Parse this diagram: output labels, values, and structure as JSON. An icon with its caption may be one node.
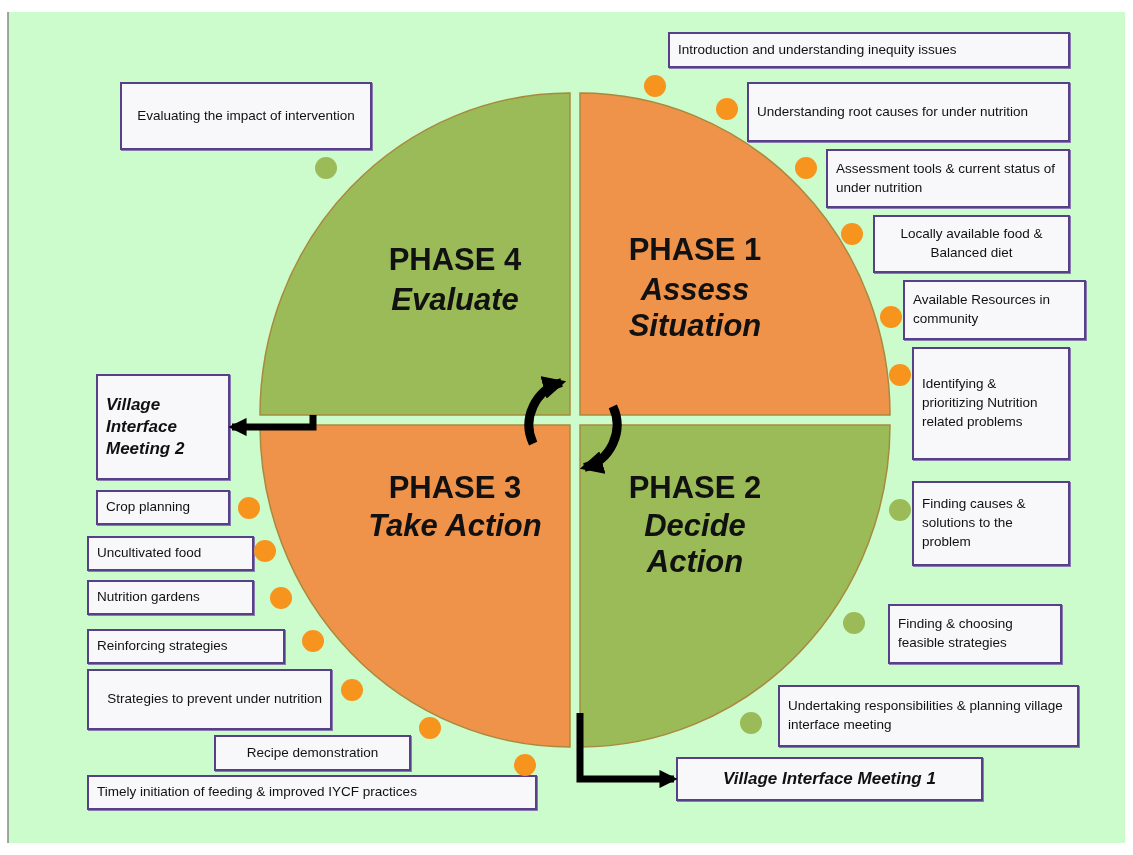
{
  "diagram": {
    "nodes": [
      {
        "text": [
          "PHASE 1",
          "Assess Situation"
        ]
      },
      {
        "text": [
          "PHASE 2",
          "Decide Action"
        ]
      },
      {
        "text": [
          "PHASE 3",
          "Take Action"
        ]
      },
      {
        "text": [
          "PHASE 4",
          "Evaluate"
        ]
      },
      {
        "text": [
          "Introduction and understanding inequity issues"
        ]
      },
      {
        "text": [
          "Evaluating the impact of intervention"
        ]
      },
      {
        "text": [
          "Understanding root causes for under nutrition"
        ]
      },
      {
        "text": [
          "Assessment tools & current status of under nutrition"
        ]
      },
      {
        "text": [
          "Locally available food & Balanced diet"
        ]
      },
      {
        "text": [
          "Available Resources in community"
        ]
      },
      {
        "text": [
          "Identifying & prioritizing Nutrition related problems"
        ]
      },
      {
        "text": [
          "Village Interface Meeting 2"
        ]
      },
      {
        "text": [
          "Crop planning"
        ]
      },
      {
        "text": [
          "Finding causes & solutions to the problem"
        ]
      },
      {
        "text": [
          "Uncultivated food"
        ]
      },
      {
        "text": [
          "Nutrition gardens"
        ]
      },
      {
        "text": [
          "Reinforcing strategies"
        ]
      },
      {
        "text": [
          "Finding & choosing feasible strategies"
        ]
      },
      {
        "text": [
          "Strategies to prevent under nutrition"
        ]
      },
      {
        "text": [
          "Undertaking responsibilities & planning village interface meeting"
        ]
      },
      {
        "text": [
          "Recipe demonstration"
        ]
      },
      {
        "text": [
          "Timely initiation of feeding & improved IYCF practices"
        ]
      },
      {
        "text": [
          "Village Interface Meeting 1"
        ]
      }
    ],
    "edges": [
      {
        "from": 3,
        "to": 11,
        "arrow": "to"
      },
      {
        "from": 1,
        "to": 22,
        "arrow": "to"
      },
      {
        "from": 2,
        "to": 3,
        "arrow": "to"
      },
      {
        "from": 0,
        "to": 1,
        "arrow": "to"
      }
    ]
  }
}
